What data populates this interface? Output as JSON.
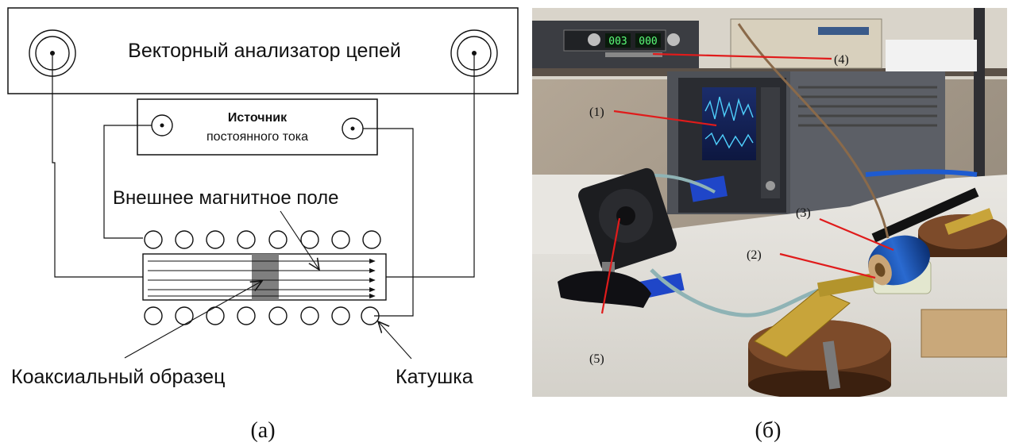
{
  "schematic": {
    "analyzer_label": "Векторный анализатор цепей",
    "source_line1": "Источник",
    "source_line2": "постоянного тока",
    "field_label": "Внешнее магнитное поле",
    "sample_label": "Коаксиальный образец",
    "coil_label": "Катушка"
  },
  "photo": {
    "callouts": [
      "(1)",
      "(2)",
      "(3)",
      "(4)",
      "(5)"
    ],
    "display_values": [
      "003",
      "000"
    ]
  },
  "captions": {
    "left": "(а)",
    "right": "(б)"
  },
  "colors": {
    "callout_line": "#e01b1b",
    "sample_core": "#7f7f7f"
  }
}
